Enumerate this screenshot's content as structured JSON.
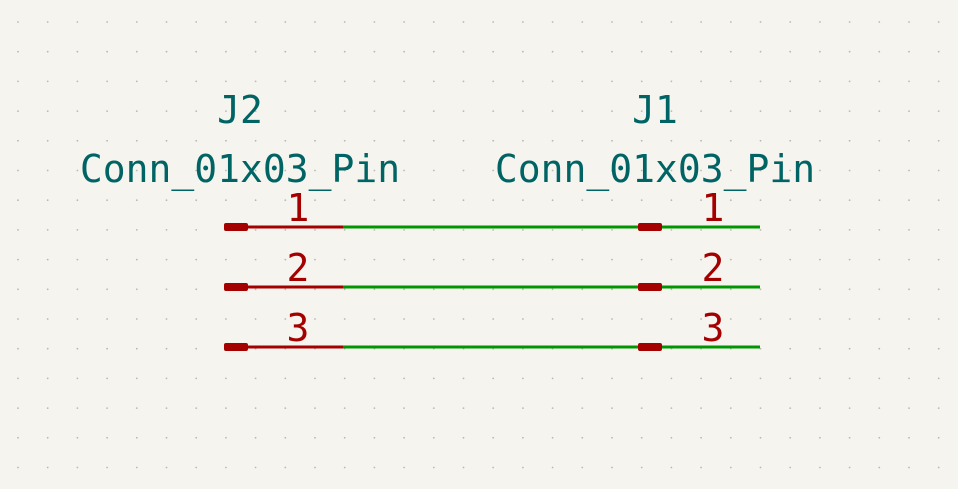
{
  "colors": {
    "background": "#f5f4ef",
    "grid_dot": "#b8b8b8",
    "component_text": "#006464",
    "pin_color": "#a50000",
    "wire_color": "#009600"
  },
  "components": [
    {
      "reference": "J2",
      "value": "Conn_01x03_Pin",
      "pins": [
        "1",
        "2",
        "3"
      ]
    },
    {
      "reference": "J1",
      "value": "Conn_01x03_Pin",
      "pins": [
        "1",
        "2",
        "3"
      ]
    }
  ],
  "wires": [
    {
      "net": "1"
    },
    {
      "net": "2"
    },
    {
      "net": "3"
    }
  ]
}
